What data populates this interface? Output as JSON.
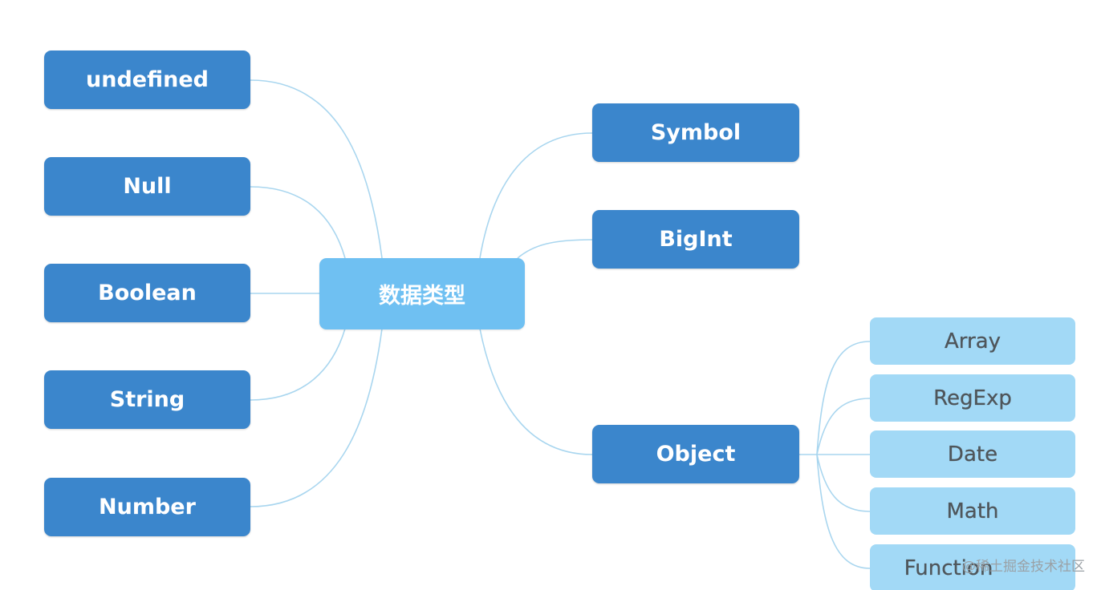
{
  "center": {
    "label": "数据类型"
  },
  "left_nodes": [
    {
      "label": "undefined"
    },
    {
      "label": "Null"
    },
    {
      "label": "Boolean"
    },
    {
      "label": "String"
    },
    {
      "label": "Number"
    }
  ],
  "right_nodes": [
    {
      "label": "Symbol"
    },
    {
      "label": "BigInt"
    },
    {
      "label": "Object"
    }
  ],
  "object_children": [
    {
      "label": "Array"
    },
    {
      "label": "RegExp"
    },
    {
      "label": "Date"
    },
    {
      "label": "Math"
    },
    {
      "label": "Function"
    }
  ],
  "watermark": {
    "text": "@稀土掘金技术社区"
  },
  "colors": {
    "primary_node": "#3b86cc",
    "center_node": "#6fc0f2",
    "child_node": "#a2d9f6",
    "connector": "#a9d6ef",
    "child_text": "#4f565b"
  }
}
